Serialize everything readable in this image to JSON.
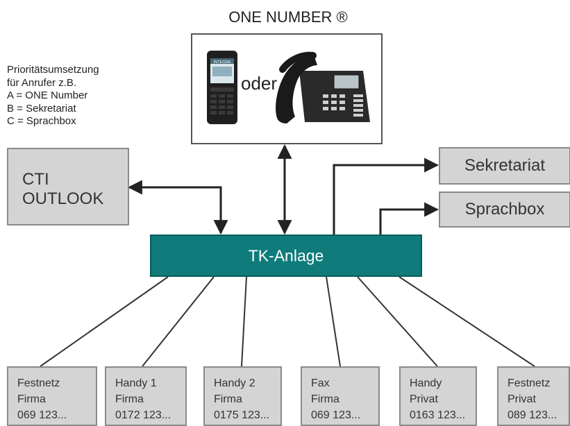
{
  "title": "ONE NUMBER ®",
  "one_number": {
    "oder_label": "oder",
    "phone_brand": "INTEGRA"
  },
  "priority_note": {
    "lines": [
      "Prioritätsumsetzung",
      "für Anrufer z.B.",
      "A = ONE Number",
      "B = Sekretariat",
      "C = Sprachbox"
    ]
  },
  "cti": {
    "line1": "CTI",
    "line2": "OUTLOOK"
  },
  "tk_anlage": "TK-Anlage",
  "outputs": {
    "sekretariat": "Sekretariat",
    "sprachbox": "Sprachbox"
  },
  "endpoints": [
    {
      "line1": "Festnetz",
      "line2": "Firma",
      "line3": "069 123..."
    },
    {
      "line1": "Handy 1",
      "line2": "Firma",
      "line3": "0172 123..."
    },
    {
      "line1": "Handy 2",
      "line2": "Firma",
      "line3": "0175 123..."
    },
    {
      "line1": "Fax",
      "line2": "Firma",
      "line3": "069 123..."
    },
    {
      "line1": "Handy",
      "line2": "Privat",
      "line3": "0163 123..."
    },
    {
      "line1": "Festnetz",
      "line2": "Privat",
      "line3": "089 123..."
    }
  ],
  "colors": {
    "tk_fill": "#0f7b7b",
    "box_fill": "#d4d4d4",
    "box_border": "#8a8a8a",
    "line": "#333333"
  }
}
